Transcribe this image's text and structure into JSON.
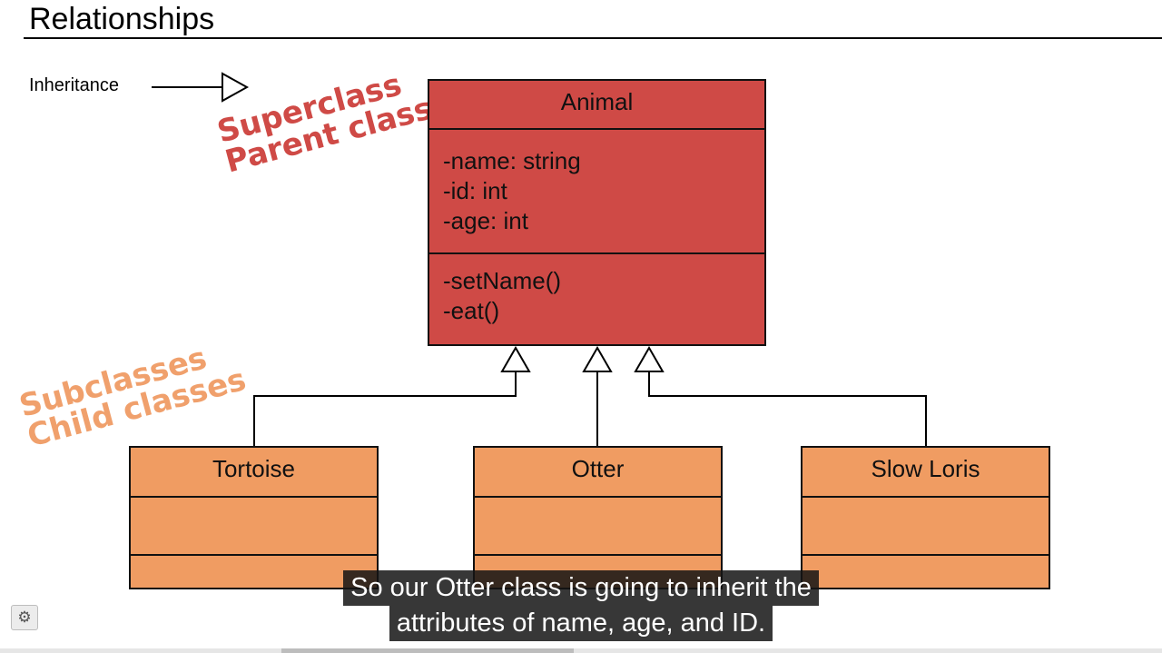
{
  "title": "Relationships",
  "legend": {
    "label": "Inheritance"
  },
  "notes": {
    "superclass": [
      "Superclass",
      "Parent class"
    ],
    "subclass": [
      "Subclasses",
      "Child classes"
    ]
  },
  "superclass": {
    "name": "Animal",
    "attributes": [
      "-name: string",
      "-id: int",
      "-age: int"
    ],
    "methods": [
      "-setName()",
      "-eat()"
    ]
  },
  "subclasses": [
    {
      "name": "Tortoise"
    },
    {
      "name": "Otter"
    },
    {
      "name": "Slow Loris"
    }
  ],
  "caption": {
    "line1": "So our Otter class is going to inherit the",
    "line2": "attributes of name, age, and ID."
  },
  "colors": {
    "superclass_fill": "#cf4a46",
    "subclass_fill": "#f09c62",
    "superclass_note": "#cf4a46",
    "subclass_note": "#f0a06c"
  },
  "icons": {
    "settings": "gear-icon"
  }
}
